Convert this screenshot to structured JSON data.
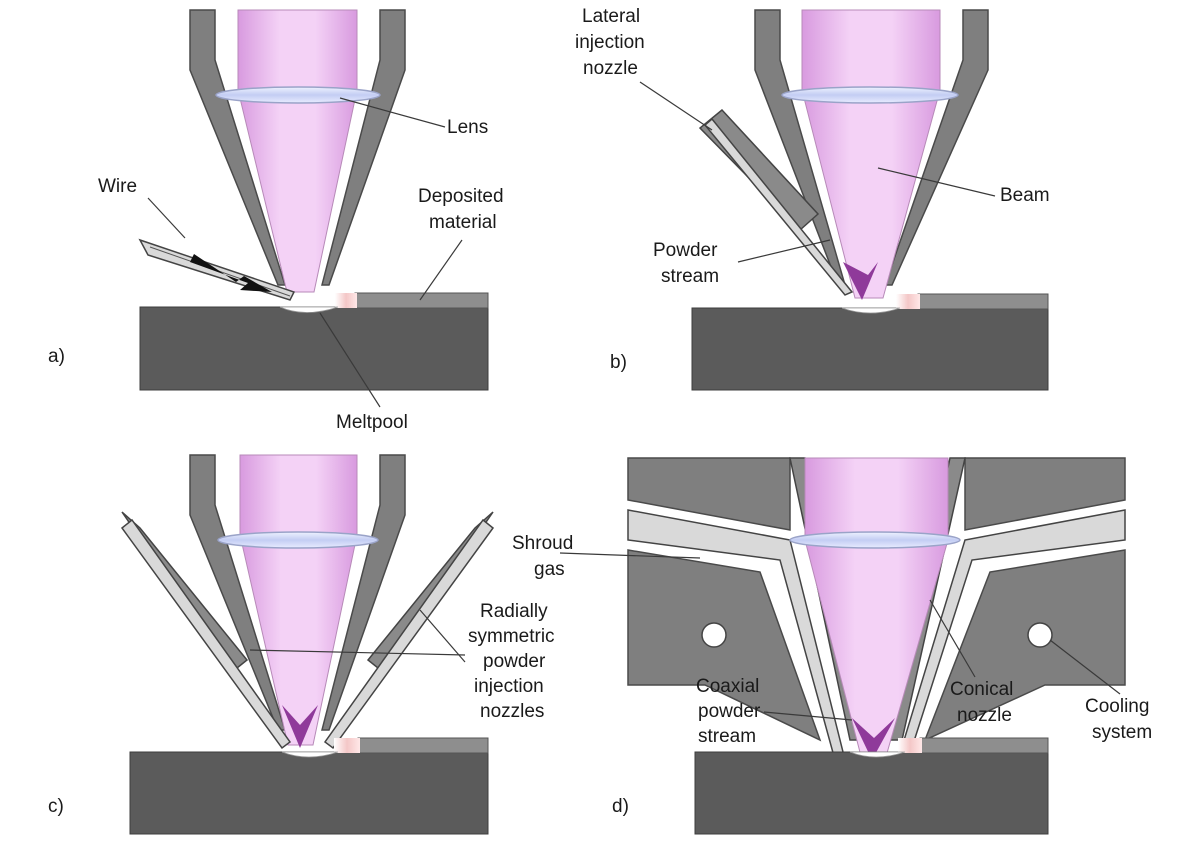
{
  "panels": {
    "a": {
      "tag": "a)",
      "labels": {
        "lens": "Lens",
        "wire": "Wire",
        "deposited_1": "Deposited",
        "deposited_2": "material",
        "meltpool": "Meltpool"
      }
    },
    "b": {
      "tag": "b)",
      "labels": {
        "lateral_1": "Lateral",
        "lateral_2": "injection",
        "lateral_3": "nozzle",
        "beam": "Beam",
        "powder_1": "Powder",
        "powder_2": "stream"
      }
    },
    "c": {
      "tag": "c)",
      "labels": {
        "radial_1": "Radially",
        "radial_2": "symmetric",
        "radial_3": "powder",
        "radial_4": "injection",
        "radial_5": "nozzles"
      }
    },
    "d": {
      "tag": "d)",
      "labels": {
        "shroud_1": "Shroud",
        "shroud_2": "gas",
        "coaxial_1": "Coaxial",
        "coaxial_2": "powder",
        "coaxial_3": "stream",
        "conical_1": "Conical",
        "conical_2": "nozzle",
        "cooling_1": "Cooling",
        "cooling_2": "system"
      }
    }
  },
  "colors": {
    "beam": "#e9b3ee",
    "housing": "#7f7f7f",
    "substrate": "#5b5b5b",
    "powder": "#8f3a9a",
    "lens": "#c9d3f5"
  }
}
